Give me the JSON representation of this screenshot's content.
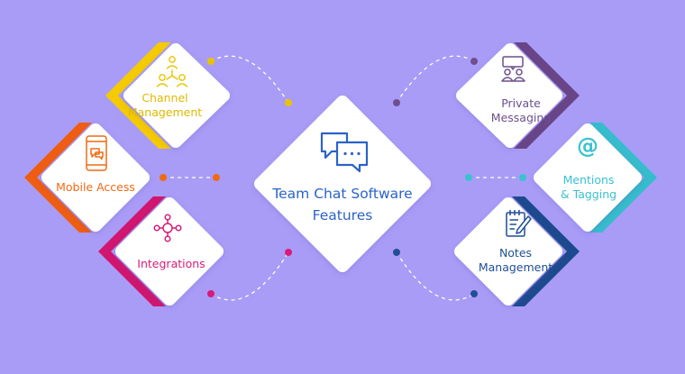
{
  "center": {
    "title_line1": "Team Chat Software",
    "title_line2": "Features"
  },
  "features": {
    "channel": {
      "line1": "Channel",
      "line2": "Management"
    },
    "mobile": {
      "line1": "Mobile Access"
    },
    "integrations": {
      "line1": "Integrations"
    },
    "private": {
      "line1": "Private",
      "line2": "Messaging"
    },
    "mentions": {
      "line1": "Mentions",
      "line2": "& Tagging"
    },
    "notes": {
      "line1": "Notes",
      "line2": "Management"
    }
  },
  "icons": {
    "center": "chat-bubbles-icon",
    "channel": "people-network-icon",
    "mobile": "smartphone-chat-icon",
    "integrations": "hub-nodes-icon",
    "private": "two-people-message-icon",
    "mentions": "at-sign-icon",
    "notes": "notepad-pencil-icon"
  },
  "colors": {
    "background": "#a99cf7",
    "center": "#2a63c8",
    "channel": "#e0b800",
    "mobile": "#f06a12",
    "integrations": "#d81b7a",
    "private": "#6d4f8f",
    "mentions": "#3ac2d0",
    "notes": "#1f4f95"
  }
}
